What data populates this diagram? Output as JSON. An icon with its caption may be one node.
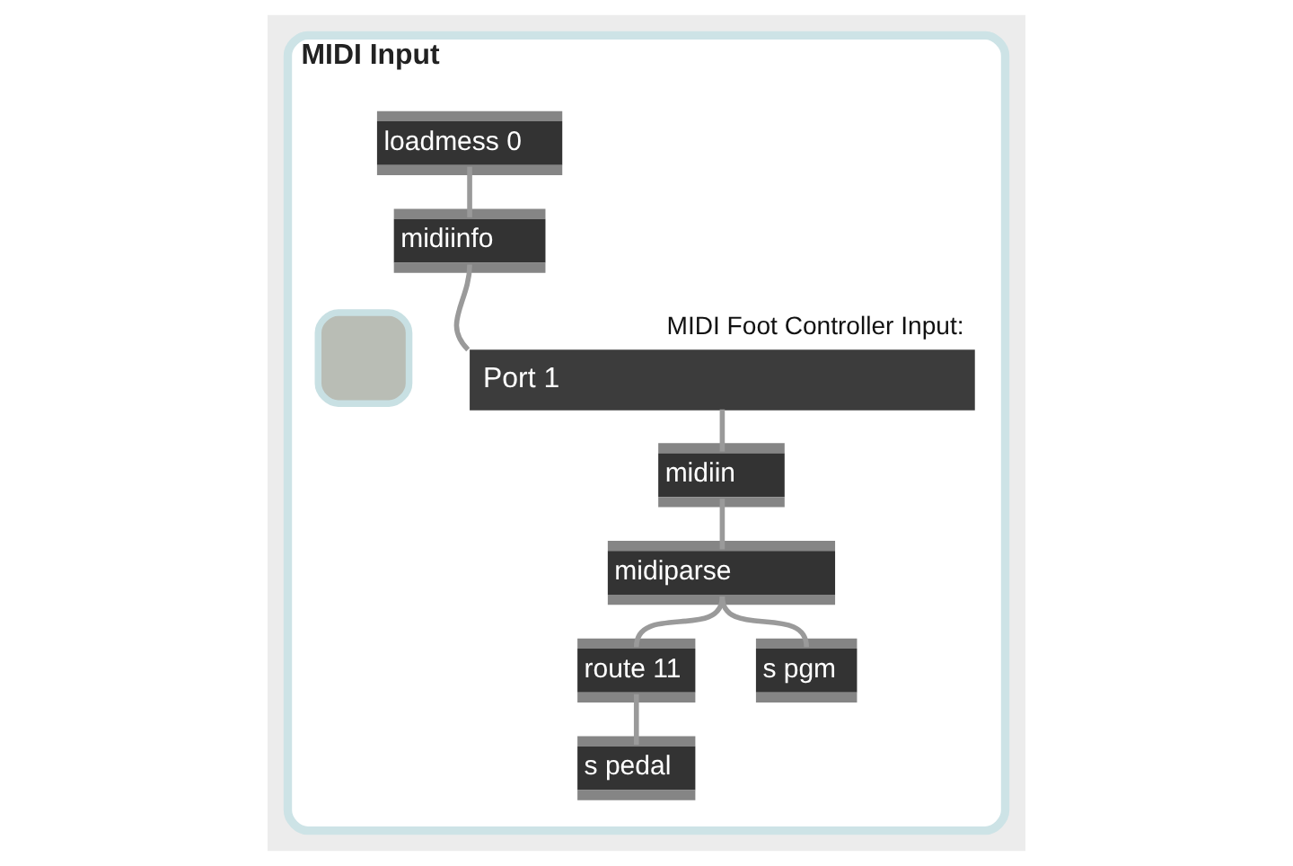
{
  "diagram": {
    "nodes": [
      {
        "text": [
          "MIDI Input"
        ]
      },
      {
        "text": [],
        "shape": "box",
        "in": 0
      },
      {
        "text": [
          "loadmess 0"
        ],
        "in": 0
      },
      {
        "text": [
          "midiinfo"
        ],
        "in": 0
      },
      {
        "text": [
          "Port 1"
        ],
        "beside": [
          "MIDI Foot Controller Input:"
        ],
        "in": 0
      },
      {
        "text": [
          "midiin"
        ],
        "in": 0
      },
      {
        "text": [
          "midiparse"
        ],
        "in": 0
      },
      {
        "text": [
          "route 11"
        ],
        "in": 0
      },
      {
        "text": [
          "s pgm"
        ],
        "in": 0
      },
      {
        "text": [
          "s pedal"
        ],
        "in": 0
      }
    ],
    "edges": [
      {
        "from": 2,
        "to": 3,
        "arrow": "none"
      },
      {
        "from": 3,
        "to": 4,
        "arrow": "none"
      },
      {
        "from": 4,
        "to": 5,
        "arrow": "none"
      },
      {
        "from": 5,
        "to": 6,
        "arrow": "none"
      },
      {
        "from": 6,
        "to": 7,
        "arrow": "none"
      },
      {
        "from": 6,
        "to": 8,
        "arrow": "none"
      },
      {
        "from": 7,
        "to": 9,
        "arrow": "none"
      }
    ]
  }
}
